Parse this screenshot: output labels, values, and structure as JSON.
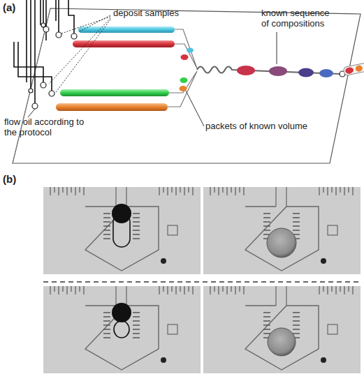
{
  "diagram": {
    "labels": [
      "(a)",
      "deposit samples",
      "known sequence of compositions",
      "flow oil according to the protocol",
      "packets of known volume",
      "(b)"
    ]
  }
}
